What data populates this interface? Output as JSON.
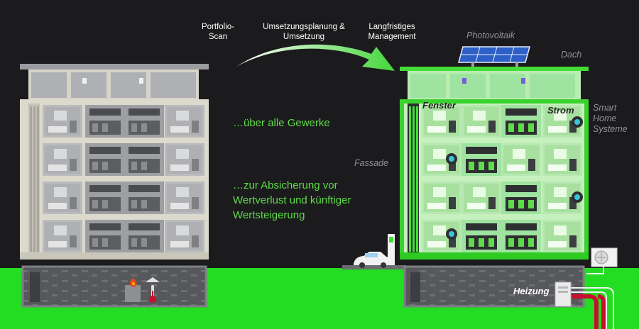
{
  "steps": [
    "Portfolio-\nScan",
    "Umsetzungsplanung &\nUmsetzung",
    "Langfristiges\nManagement"
  ],
  "messages": {
    "trades": "…über alle Gewerke",
    "protection": "…zur Absicherung vor\nWertverlust und künftiger\nWertsteigerung"
  },
  "labels": {
    "photovoltaik": "Photovoltaik",
    "dach": "Dach",
    "fenster": "Fenster",
    "strom": "Strom",
    "smart_home": "Smart\nHome\nSysteme",
    "fassade": "Fassade",
    "heizung": "Heizung"
  },
  "colors": {
    "background": "#1b1b1d",
    "accent_green": "#5fdc4a",
    "ground_green": "#22dd22",
    "building_beige": "#d8d4c6",
    "pipe_red": "#c8102e"
  },
  "icons": [
    "arrow-icon",
    "solar-panel-icon",
    "fire-icon",
    "thermometer-icon",
    "car-icon",
    "charging-station-icon",
    "heat-pump-icon",
    "heating-unit-icon",
    "smart-meter-icon"
  ]
}
